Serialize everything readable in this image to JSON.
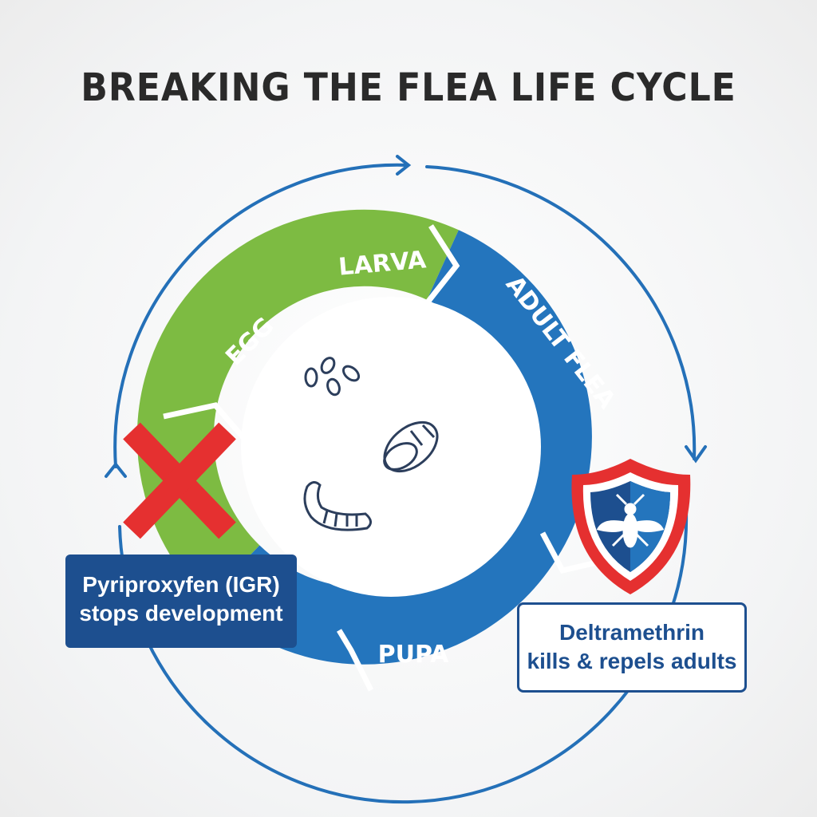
{
  "title": "BREAKING THE FLEA LIFE CYCLE",
  "stages": {
    "egg": "EGG",
    "larva": "LARVA",
    "adult": "ADULT FLEA",
    "pupa": "PUPA"
  },
  "callouts": {
    "igr": {
      "line1": "Pyriproxyfen (IGR)",
      "line2": "stops development"
    },
    "adulticide": {
      "line1": "Deltramethrin",
      "line2": "kills & repels adults"
    }
  },
  "colors": {
    "green": "#7dbb42",
    "blue": "#2475bd",
    "navy": "#1d4f8f",
    "red": "#e53030",
    "icon": "#2c3e5c"
  }
}
